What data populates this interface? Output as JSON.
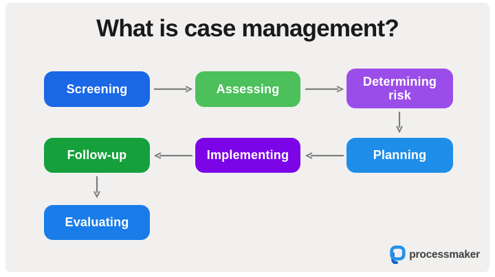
{
  "title": "What is case management?",
  "diagram": {
    "nodes": [
      {
        "id": "screening",
        "label": "Screening",
        "color": "#1a68e6"
      },
      {
        "id": "assessing",
        "label": "Assessing",
        "color": "#4cc05b"
      },
      {
        "id": "determining-risk",
        "label": "Determining risk",
        "color": "#9b4de9"
      },
      {
        "id": "planning",
        "label": "Planning",
        "color": "#1e8ee9"
      },
      {
        "id": "implementing",
        "label": "Implementing",
        "color": "#7c05e8"
      },
      {
        "id": "follow-up",
        "label": "Follow-up",
        "color": "#16a03c"
      },
      {
        "id": "evaluating",
        "label": "Evaluating",
        "color": "#1a7ce9"
      }
    ],
    "flow_order": [
      "Screening",
      "Assessing",
      "Determining risk",
      "Planning",
      "Implementing",
      "Follow-up",
      "Evaluating"
    ],
    "edges": [
      {
        "from": "screening",
        "to": "assessing",
        "direction": "right"
      },
      {
        "from": "assessing",
        "to": "determining-risk",
        "direction": "right"
      },
      {
        "from": "determining-risk",
        "to": "planning",
        "direction": "down"
      },
      {
        "from": "planning",
        "to": "implementing",
        "direction": "left"
      },
      {
        "from": "implementing",
        "to": "follow-up",
        "direction": "left"
      },
      {
        "from": "follow-up",
        "to": "evaluating",
        "direction": "down"
      }
    ]
  },
  "footer": {
    "logo_icon": "processmaker-p-icon",
    "logo_text": "processmaker"
  },
  "css_vars": {
    "--page-bg": "#ffffff",
    "--canvas-bg": "#f1f0ef",
    "--title-color": "#1a1a1a",
    "--node-text": "#ffffff",
    "--arrow-color": "#7d7d7d",
    "--logo-text-color": "#3f3f3f",
    "--logo-icon-blue": "#2492e8",
    "--logo-icon-dark-blue": "#1365cb"
  }
}
